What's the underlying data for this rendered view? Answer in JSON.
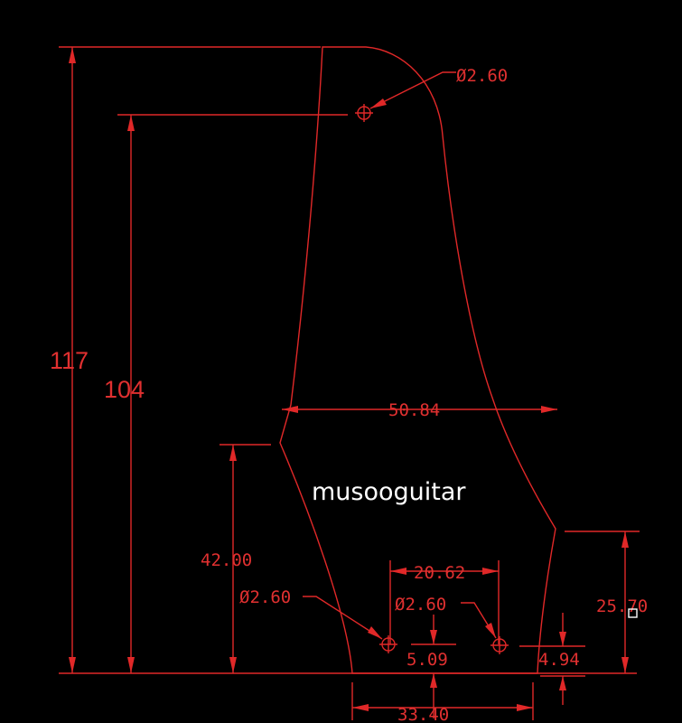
{
  "drawing": {
    "watermark": "musooguitar",
    "dimensions": {
      "overall_height": "117",
      "hole_height": "104",
      "width_top": "50.84",
      "left_height": "42.00",
      "right_height": "25.70",
      "hole_spacing": "20.62",
      "bottom_width": "33.40",
      "left_hole_offset": "5.09",
      "right_hole_offset": "4.94",
      "top_hole_dia": "Ø2.60",
      "left_hole_dia": "Ø2.60",
      "right_hole_dia": "Ø2.60"
    },
    "colors": {
      "line": "#e02828",
      "background": "#000000"
    }
  }
}
